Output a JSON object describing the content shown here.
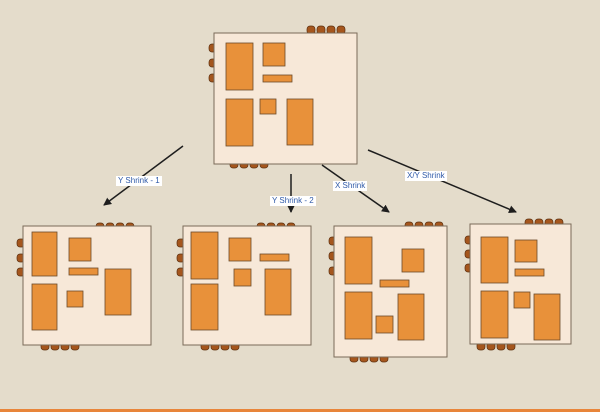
{
  "colors": {
    "background": "#e4dccb",
    "board_fill": "#f7e8d8",
    "board_stroke": "#7a6a58",
    "block_fill": "#e8913a",
    "block_stroke": "#6b4a2a",
    "pin_fill": "#a5561d",
    "label_text": "#2f5aa8",
    "arrow": "#1e1e1e",
    "accent_bar": "#e8853a"
  },
  "diagram": {
    "root": "original-layout",
    "nodes": [
      "original-layout",
      "y-shrink-1-layout",
      "y-shrink-2-layout",
      "x-shrink-layout",
      "xy-shrink-layout"
    ],
    "edges": [
      {
        "from": "original-layout",
        "to": "y-shrink-1-layout",
        "label": "Y Shrink - 1"
      },
      {
        "from": "original-layout",
        "to": "y-shrink-2-layout",
        "label": "Y Shrink - 2"
      },
      {
        "from": "original-layout",
        "to": "x-shrink-layout",
        "label": "X Shrink"
      },
      {
        "from": "original-layout",
        "to": "xy-shrink-layout",
        "label": "X/Y Shrink"
      }
    ]
  }
}
